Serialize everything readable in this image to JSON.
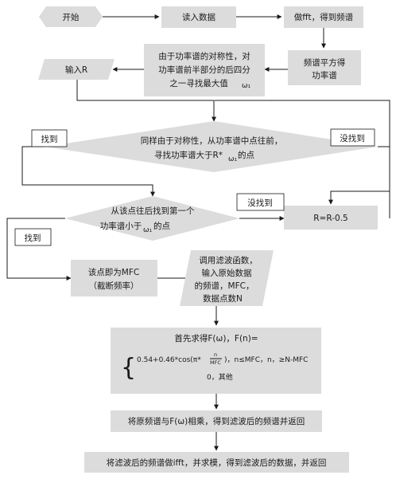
{
  "nodes": {
    "start": "开始",
    "read": "读入数据",
    "fft": "做fft，得到频谱",
    "square_l1": "频谱平方得",
    "square_l2": "功率谱",
    "sym_l1": "由于功率谱的对称性，对",
    "sym_l2": "功率谱前半部分的后四分",
    "sym_l3": "之一寻找最大值",
    "omega1": "ω₁",
    "inputR": "输入R",
    "d1_l1": "同样由于对称性，从功率谱中点往前，",
    "d1_l2": "寻找功率谱大于R*",
    "d1_l2_end": "的点",
    "d1_omega": "ω₁",
    "d2_l1": "从该点往后找到第一个",
    "d2_l2": "功率谱小于",
    "d2_l2_end": "的点",
    "d2_omega": "ω₁",
    "rupdate": "R=R-0.5",
    "mfc_l1": "该点即为MFC",
    "mfc_l2": "（截断频率）",
    "call_l1": "调用滤波函数，",
    "call_l2": "输入原始数据",
    "call_l3": "的频谱，MFC，",
    "call_l4": "数据点数N",
    "formula_title": "首先求得F(ω)，F(n)=",
    "formula_line1_a": "0.54+0.46*cos(π*",
    "formula_frac_num": "n",
    "formula_frac_den": "MFC",
    "formula_line1_b": ")，n≤MFC，n，≥N-MFC",
    "formula_line2": "0，其他",
    "multiply": "将原频谱与F(ω)相乘，得到滤波后的频谱并返回",
    "ifft": "将滤波后的频谱做ifft，并求模，得到滤波后的数据，并返回"
  },
  "labels": {
    "found1": "找到",
    "notfound1": "没找到",
    "notfound2": "没找到",
    "found2": "找到"
  }
}
